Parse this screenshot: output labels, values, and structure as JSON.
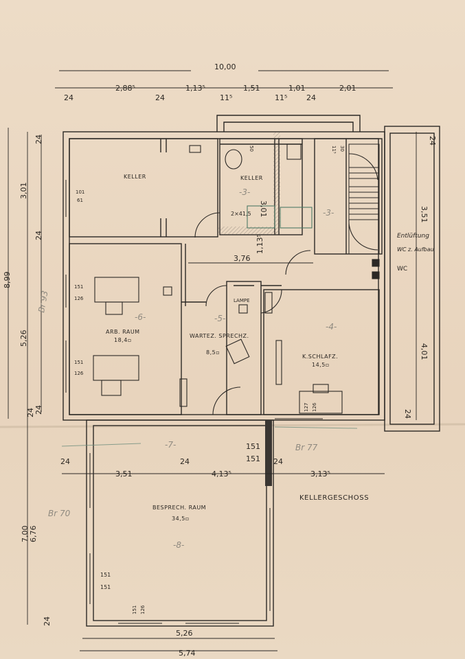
{
  "colors": {
    "paper": "#ecdcc6",
    "ink": "#2b2825",
    "pencil": "#8f8a80",
    "wall_fill": "#e9d7c0"
  },
  "drawing_title": "KELLERGESCHOSS",
  "top_dims": {
    "overall": "10,00",
    "d1": "2,88⁵",
    "d2": "1,13⁵",
    "d3": "1,51",
    "d4": "1,01",
    "d5": "2,01",
    "s1": "24",
    "s2": "24",
    "s3": "11⁵",
    "s4": "11⁵",
    "s5": "24"
  },
  "left_dims": {
    "overall": "8,99",
    "d1": "3,01",
    "d2": "5,26",
    "s1": "24",
    "s2": "24",
    "s3": "24",
    "s4": "24"
  },
  "lower_left_dims": {
    "d1": "7,00",
    "d2": "6,76",
    "s1": "24"
  },
  "bottom_dims": {
    "d1": "5,26",
    "d2": "5,74"
  },
  "mid_dims": {
    "d1": "3,51",
    "d2": "4,13⁵",
    "d3": "3,13⁵",
    "s1": "24",
    "s2": "24",
    "s3": "24",
    "w1": "151",
    "w2": "151"
  },
  "right_dims": {
    "d1": "3,51",
    "d2": "4,01",
    "s1": "24",
    "s2": "24"
  },
  "inner_dims": {
    "corridor": "3,76",
    "corr_v": "1,13⁵",
    "keller2_v": "3,01"
  },
  "rooms": {
    "keller1": {
      "name": "KELLER"
    },
    "keller2": {
      "name": "KELLER"
    },
    "arb": {
      "name": "ARB. RAUM",
      "area": "18,4▫",
      "pencil": "-6-"
    },
    "warte": {
      "name": "WARTEZ. SPRECHZ.",
      "area": "8,5▫",
      "pencil": "-5-"
    },
    "schlaf": {
      "name": "K.SCHLAFZ.",
      "area": "14,5▫",
      "pencil": "-4-"
    },
    "bespr": {
      "name": "BESPRECH. RAUM",
      "area": "34,5▫",
      "pencil": "-8-"
    }
  },
  "window_labels": {
    "k1_w": "101",
    "k1_h": "61",
    "arb1_w": "151",
    "arb1_h": "126",
    "arb2_w": "151",
    "arb2_h": "126",
    "bes_w": "151",
    "bes_h": "151",
    "bes_b1": "151",
    "bes_b2": "126",
    "sch_w": "127",
    "sch_h": "126",
    "k2_a": "50",
    "k2_b": "11⁵",
    "k2_c": "30",
    "k2_d": "2×41,5"
  },
  "annotations": {
    "entlueft": "Entlüftung",
    "wc_auf": "WC z. Aufbau",
    "wc": "WC",
    "lampe": "LAMPE",
    "p3a": "-3-",
    "p3b": "-3-",
    "p7": "-7-"
  },
  "pencil_notes": {
    "br93": "Br 93",
    "br77": "Br 77",
    "br70": "Br 70"
  }
}
